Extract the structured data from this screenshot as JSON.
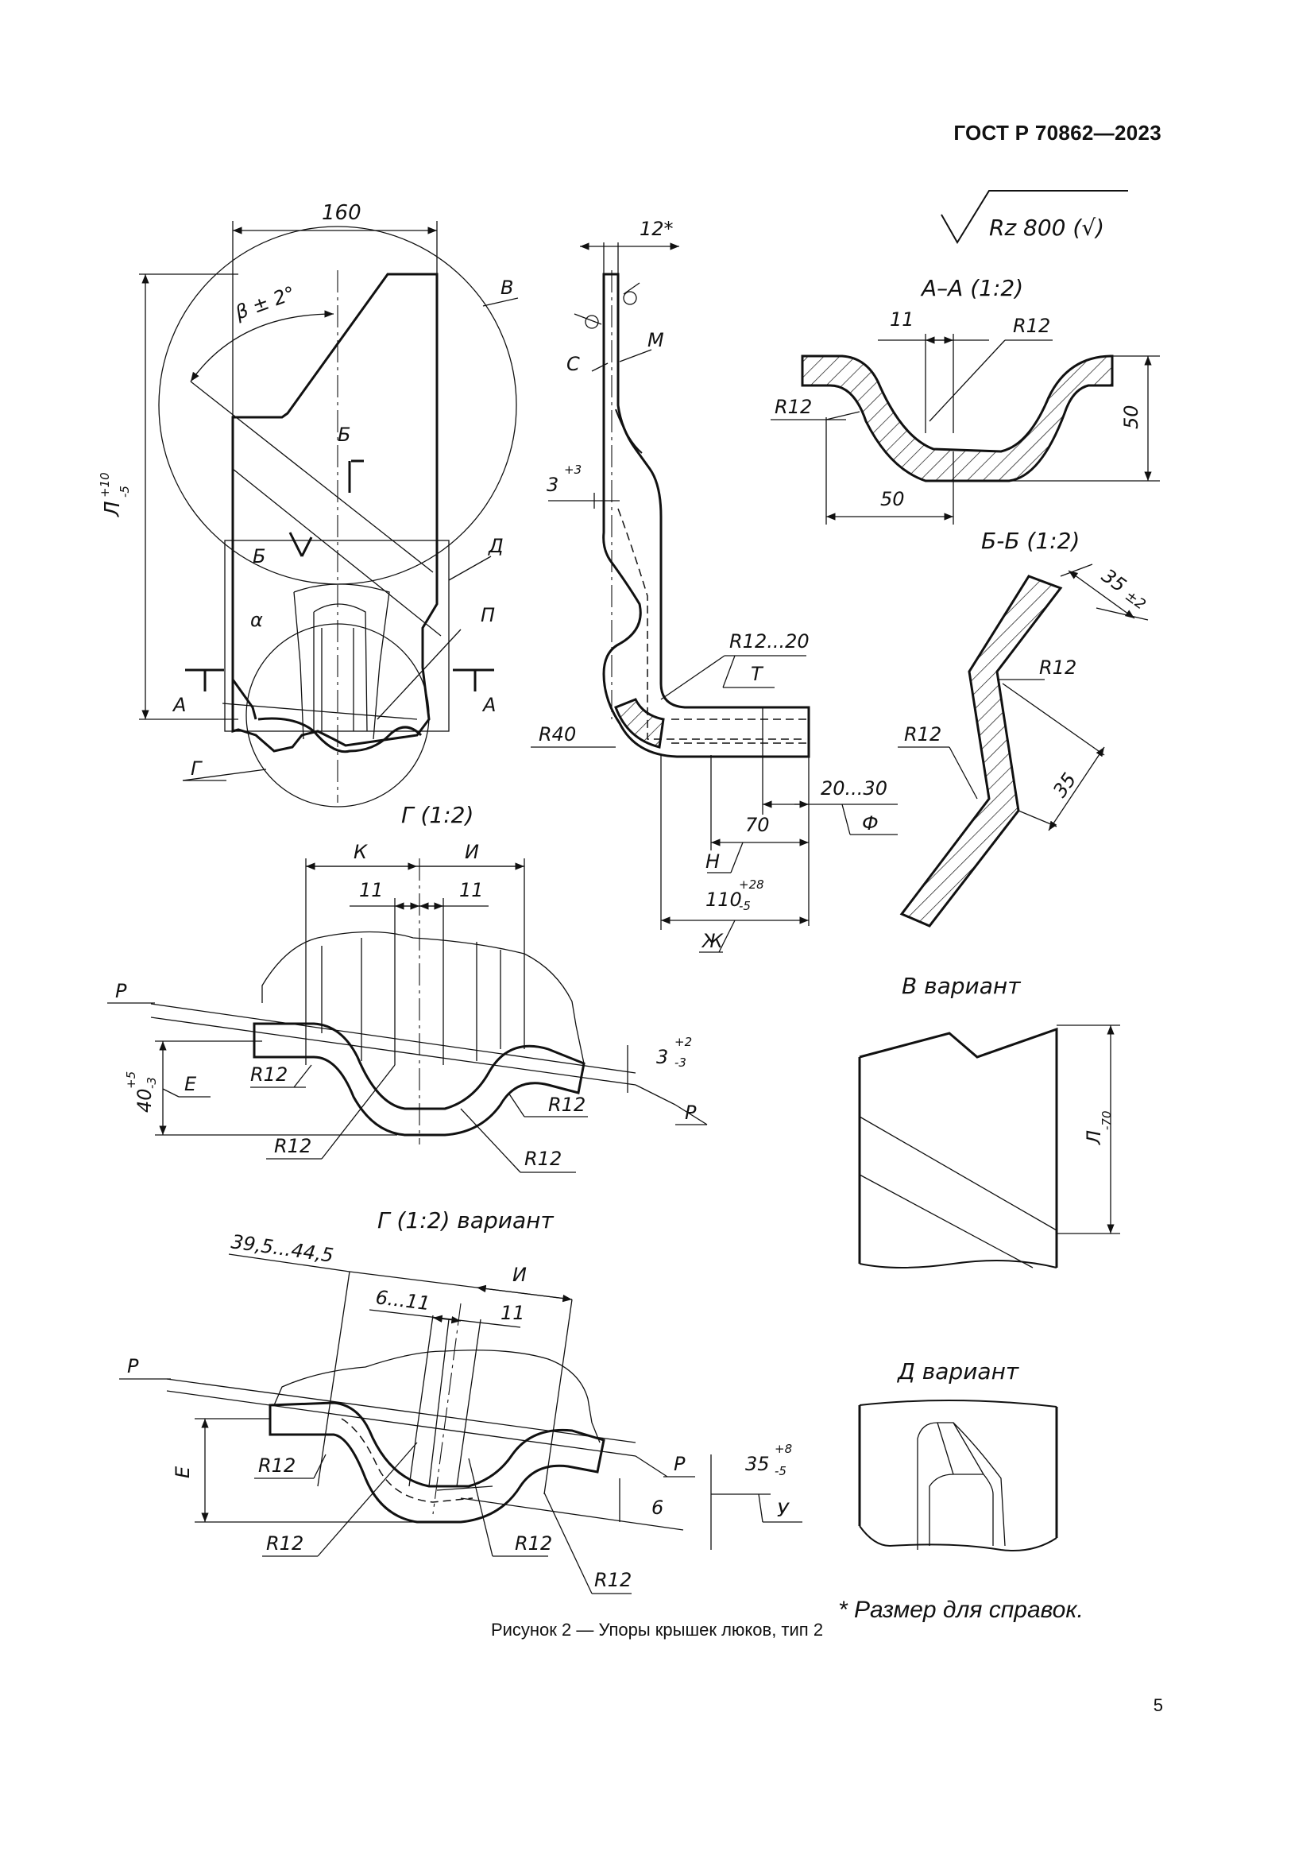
{
  "header": {
    "doc_code": "ГОСТ Р 70862—2023"
  },
  "roughness": {
    "value": "Rz 800 (√)"
  },
  "views": {
    "main": {
      "dim_width": "160",
      "dim_length": "Л",
      "dim_length_tol_upper": "+10",
      "dim_length_tol_lower": "-5",
      "angle": "β ± 2°",
      "alpha": "α",
      "section_b_1": "Б",
      "section_b_2": "Б",
      "label_v": "В",
      "label_d": "Д",
      "label_p": "П",
      "label_g": "Г",
      "label_a_left": "А",
      "label_a_right": "А"
    },
    "side": {
      "dim_12": "12*",
      "label_s": "С",
      "label_m": "М",
      "dim_3": "3",
      "dim_3_tol": "+3",
      "radius_12_20": "R12...20",
      "label_t": "Т",
      "radius_40": "R40",
      "dim_20_30": "20...30",
      "label_f": "Ф",
      "dim_70": "70",
      "label_n": "Н",
      "dim_110": "110",
      "dim_110_tol_upper": "+28",
      "dim_110_tol_lower": "-5",
      "label_zh": "Ж"
    },
    "section_aa": {
      "title": "А–А (1:2)",
      "dim_11": "11",
      "radius_right": "R12",
      "radius_left": "R12",
      "dim_50_bottom": "50",
      "dim_50_right": "50"
    },
    "section_bb": {
      "title": "Б-Б (1:2)",
      "dim_35_top": "35",
      "dim_35_top_tol": "±2",
      "radius_1": "R12",
      "radius_2": "R12",
      "dim_35": "35"
    },
    "detail_g": {
      "title": "Г (1:2)",
      "label_k": "К",
      "label_i": "И",
      "dim_11_left": "11",
      "dim_11_right": "11",
      "label_r_left": "Р",
      "label_r_right": "Р",
      "dim_40": "40",
      "dim_40_tol_upper": "+5",
      "dim_40_tol_lower": "-3",
      "label_e": "Е",
      "dim_3": "3",
      "dim_3_tol_upper": "+2",
      "dim_3_tol_lower": "-3",
      "radius_1": "R12",
      "radius_2": "R12",
      "radius_3": "R12",
      "radius_4": "R12"
    },
    "detail_g_variant": {
      "title": "Г (1:2) вариант",
      "dim_range": "39,5...44,5",
      "label_i": "И",
      "dim_6_11": "6...11",
      "dim_11": "11",
      "label_r_left": "Р",
      "label_r_right": "Р",
      "label_e": "Е",
      "dim_35": "35",
      "dim_35_tol_upper": "+8",
      "dim_35_tol_lower": "-5",
      "label_u": "У",
      "dim_6": "6",
      "radius_1": "R12",
      "radius_2": "R12",
      "radius_3": "R12",
      "radius_4": "R12"
    },
    "variant_v": {
      "title": "В вариант",
      "dim_length": "Л",
      "dim_tol": "-70"
    },
    "variant_d": {
      "title": "Д вариант"
    }
  },
  "footnote": "* Размер для справок.",
  "caption": "Рисунок 2 — Упоры крышек люков, тип 2",
  "page_number": "5"
}
